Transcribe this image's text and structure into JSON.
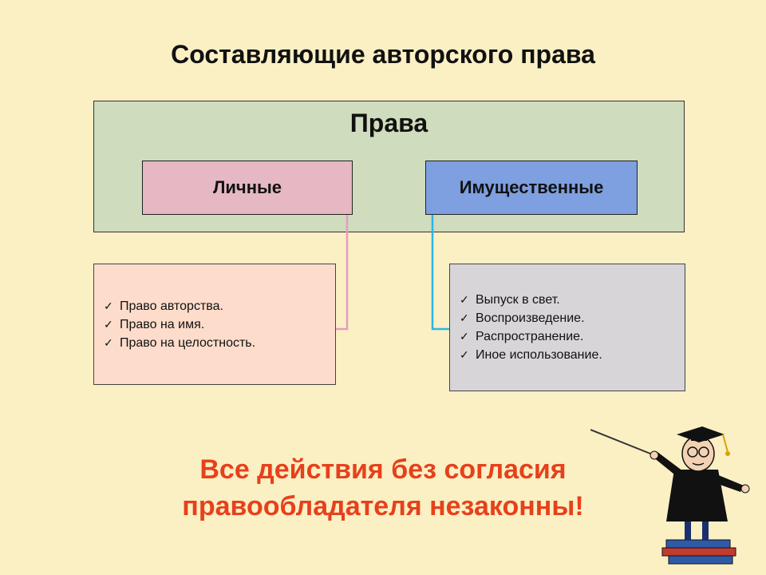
{
  "title": "Составляющие авторского права",
  "rights": {
    "label": "Права",
    "personal": {
      "label": "Личные",
      "items": [
        "Право авторства.",
        "Право на имя.",
        "Право на целостность."
      ]
    },
    "property": {
      "label": "Имущественные",
      "items": [
        "Выпуск в свет.",
        "Воспроизведение.",
        "Распространение.",
        "Иное использование."
      ]
    }
  },
  "warning": {
    "line1": "Все действия без согласия",
    "line2": "правообладателя незаконны!"
  },
  "colors": {
    "background": "#fbefc4",
    "panel": "#cfdcbd",
    "personal_box": "#e5b8c3",
    "property_box": "#7e9fe0",
    "personal_list": "#fddccb",
    "property_list": "#d7d5d8",
    "personal_connector": "#e89ac4",
    "property_connector": "#2bb6e6",
    "warning_text": "#e6411b"
  },
  "icons": [
    "check-icon",
    "professor-pointer-illustration"
  ]
}
